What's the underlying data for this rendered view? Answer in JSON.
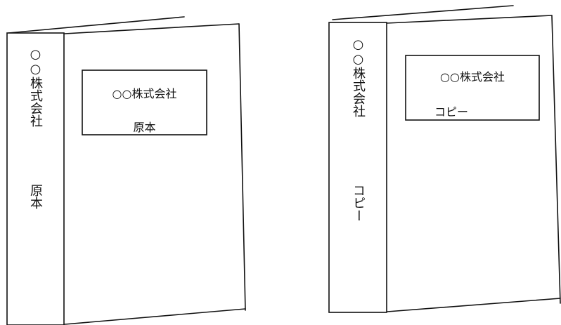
{
  "binders": [
    {
      "spine_company": "○○株式会社",
      "spine_type": "原本",
      "label_company": "○○株式会社",
      "label_type": "原本"
    },
    {
      "spine_company": "○○株式会社",
      "spine_type": "コピー",
      "label_company": "○○株式会社",
      "label_type": "コピー"
    }
  ]
}
